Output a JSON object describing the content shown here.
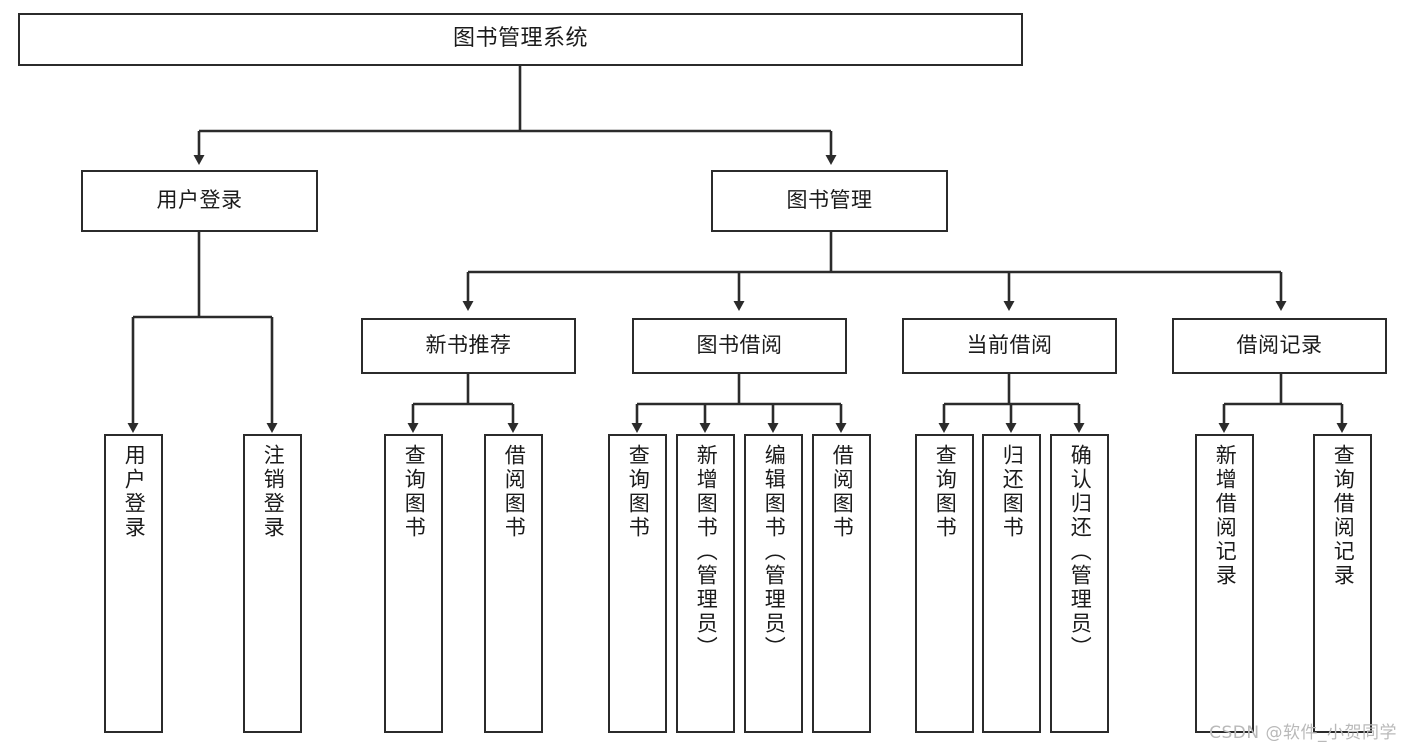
{
  "diagram": {
    "title": "图书管理系统",
    "watermark": "CSDN @软件_小贺同学",
    "colors": {
      "box_stroke": "#2b2b2b",
      "box_fill": "#ffffff",
      "edge": "#2b2b2b",
      "text": "#1b1b1b",
      "watermark": "#b9b9b9",
      "background": "#ffffff"
    },
    "nodes": {
      "root": {
        "label": "图书管理系统"
      },
      "level2": [
        {
          "id": "user-login",
          "label": "用户登录"
        },
        {
          "id": "book-manage",
          "label": "图书管理"
        }
      ],
      "level3": [
        {
          "id": "new-book-recommend",
          "label": "新书推荐"
        },
        {
          "id": "book-borrow",
          "label": "图书借阅"
        },
        {
          "id": "current-borrow",
          "label": "当前借阅"
        },
        {
          "id": "borrow-record",
          "label": "借阅记录"
        }
      ],
      "leaves": [
        {
          "id": "leaf-user-login",
          "label": "用户登录"
        },
        {
          "id": "leaf-logout-login",
          "label": "注销登录"
        },
        {
          "id": "leaf-query-book-1",
          "label": "查询图书"
        },
        {
          "id": "leaf-borrow-book-1",
          "label": "借阅图书"
        },
        {
          "id": "leaf-query-book-2",
          "label": "查询图书"
        },
        {
          "id": "leaf-add-book-admin",
          "label": "新增图书（管理员）"
        },
        {
          "id": "leaf-edit-book-admin",
          "label": "编辑图书（管理员）"
        },
        {
          "id": "leaf-borrow-book-2",
          "label": "借阅图书"
        },
        {
          "id": "leaf-query-book-3",
          "label": "查询图书"
        },
        {
          "id": "leaf-return-book",
          "label": "归还图书"
        },
        {
          "id": "leaf-confirm-return-admin",
          "label": "确认归还（管理员）"
        },
        {
          "id": "leaf-add-borrow-record",
          "label": "新增借阅记录"
        },
        {
          "id": "leaf-query-borrow-record",
          "label": "查询借阅记录"
        }
      ]
    },
    "hierarchy": {
      "root_children": [
        "用户登录",
        "图书管理"
      ],
      "用户登录": [
        "用户登录",
        "注销登录"
      ],
      "图书管理": [
        "新书推荐",
        "图书借阅",
        "当前借阅",
        "借阅记录"
      ],
      "新书推荐": [
        "查询图书",
        "借阅图书"
      ],
      "图书借阅": [
        "查询图书",
        "新增图书（管理员）",
        "编辑图书（管理员）",
        "借阅图书"
      ],
      "当前借阅": [
        "查询图书",
        "归还图书",
        "确认归还（管理员）"
      ],
      "借阅记录": [
        "新增借阅记录",
        "查询借阅记录"
      ]
    }
  }
}
